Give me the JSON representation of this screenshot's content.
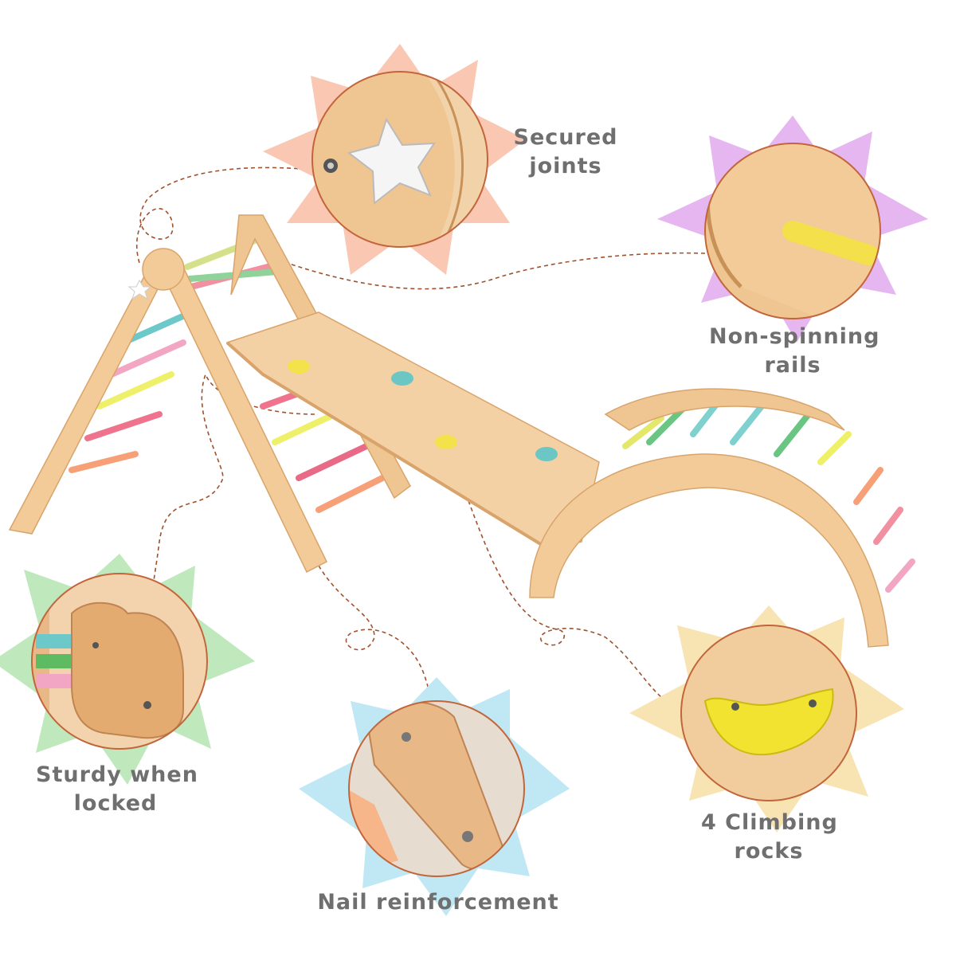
{
  "features": {
    "secured_joints": {
      "line1": "Secured",
      "line2": "joints"
    },
    "non_spinning": {
      "line1": "Non-spinning",
      "line2": "rails"
    },
    "sturdy": {
      "line1": "Sturdy when",
      "line2": "locked"
    },
    "nail": {
      "line1": "Nail reinforcement"
    },
    "climbing": {
      "line1": "4 Climbing",
      "line2": "rocks"
    }
  },
  "colors": {
    "wood": "#f0c896",
    "wood_dark": "#d9a46b",
    "ring": "#c2653a",
    "star_peach": "#f9c7b2",
    "star_lilac": "#e5b6ef",
    "star_green": "#bfe9bd",
    "star_blue": "#bfe8f4",
    "star_yellow": "#f8e4b2",
    "dash": "#a0522d"
  }
}
